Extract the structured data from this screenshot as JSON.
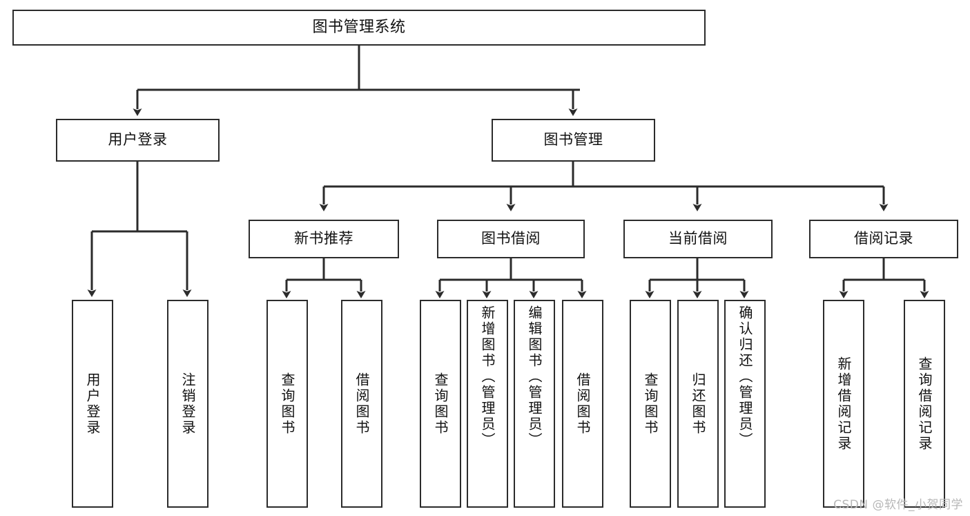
{
  "diagram": {
    "type": "tree",
    "title": "图书管理系统",
    "root": {
      "id": "root",
      "label": "图书管理系统"
    },
    "level2": [
      {
        "id": "user-login",
        "label": "用户登录"
      },
      {
        "id": "book-manage",
        "label": "图书管理"
      }
    ],
    "level3": [
      {
        "id": "new-book-rec",
        "label": "新书推荐"
      },
      {
        "id": "book-borrow",
        "label": "图书借阅"
      },
      {
        "id": "current-borrow",
        "label": "当前借阅"
      },
      {
        "id": "borrow-record",
        "label": "借阅记录"
      }
    ],
    "leaves": [
      {
        "id": "leaf-user-login",
        "label": "用户登录",
        "parent": "user-login"
      },
      {
        "id": "leaf-logout",
        "label": "注销登录",
        "parent": "user-login"
      },
      {
        "id": "leaf-query-book-1",
        "label": "查询图书",
        "parent": "new-book-rec"
      },
      {
        "id": "leaf-borrow-book-1",
        "label": "借阅图书",
        "parent": "new-book-rec"
      },
      {
        "id": "leaf-query-book-2",
        "label": "查询图书",
        "parent": "book-borrow"
      },
      {
        "id": "leaf-add-book",
        "label": "新增图书（管理员）",
        "parent": "book-borrow"
      },
      {
        "id": "leaf-edit-book",
        "label": "编辑图书（管理员）",
        "parent": "book-borrow"
      },
      {
        "id": "leaf-borrow-book-2",
        "label": "借阅图书",
        "parent": "book-borrow"
      },
      {
        "id": "leaf-query-book-3",
        "label": "查询图书",
        "parent": "current-borrow"
      },
      {
        "id": "leaf-return-book",
        "label": "归还图书",
        "parent": "current-borrow"
      },
      {
        "id": "leaf-confirm-return",
        "label": "确认归还（管理员）",
        "parent": "current-borrow"
      },
      {
        "id": "leaf-add-record",
        "label": "新增借阅记录",
        "parent": "borrow-record"
      },
      {
        "id": "leaf-query-record",
        "label": "查询借阅记录",
        "parent": "borrow-record"
      }
    ],
    "colors": {
      "stroke": "#2b2b2b",
      "fill": "#ffffff",
      "text": "#111111",
      "watermark": "#b7b7b7"
    }
  },
  "watermark": {
    "text": "CSDN @软件_小贺同学"
  }
}
